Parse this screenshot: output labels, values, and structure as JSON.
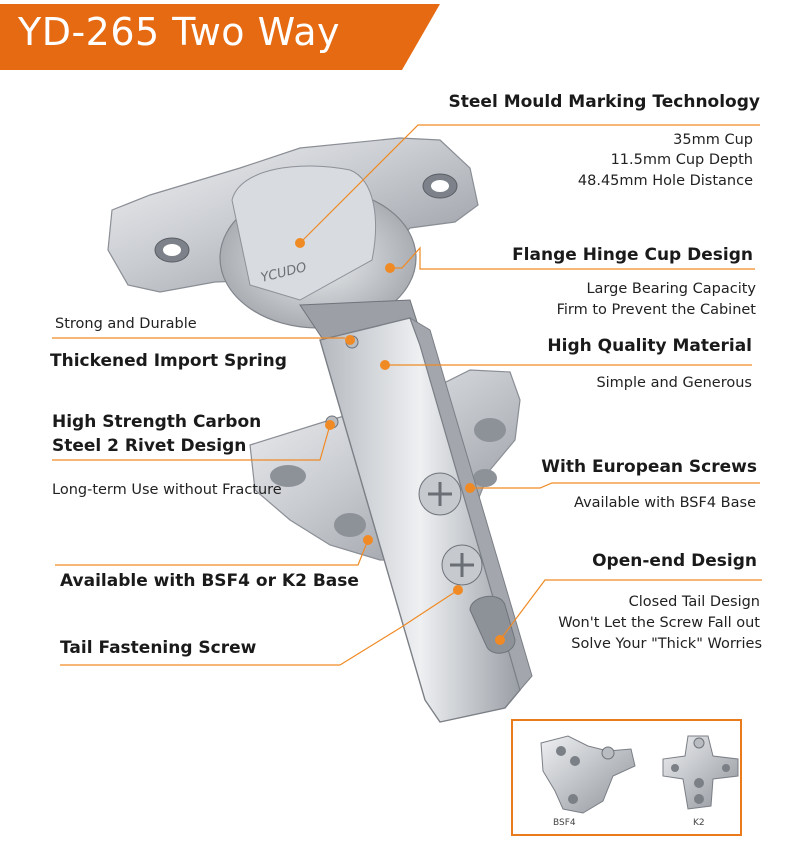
{
  "title": "YD-265 Two Way",
  "colors": {
    "accent": "#e66a12",
    "line": "#f08a24",
    "text": "#1a1a1a"
  },
  "features": {
    "steel_mould": {
      "heading": "Steel Mould Marking Technology",
      "details": [
        "35mm Cup",
        "11.5mm Cup Depth",
        "48.45mm Hole Distance"
      ]
    },
    "flange_cup": {
      "heading": "Flange Hinge Cup Design",
      "details": [
        "Large Bearing Capacity",
        "Firm to Prevent the Cabinet"
      ]
    },
    "quality_material": {
      "heading": "High Quality Material",
      "details": [
        "Simple and Generous"
      ]
    },
    "european_screws": {
      "heading": "With European Screws",
      "details": [
        "Available with BSF4 Base"
      ]
    },
    "open_end": {
      "heading": "Open-end Design",
      "details": [
        "Closed Tail Design",
        "Won't Let the Screw Fall out",
        "Solve Your \"Thick\" Worries"
      ]
    },
    "spring": {
      "pre": "Strong and Durable",
      "heading": "Thickened Import Spring"
    },
    "rivet": {
      "heading_lines": [
        "High Strength Carbon",
        "Steel 2 Rivet Design"
      ],
      "details": [
        "Long-term Use without Fracture"
      ]
    },
    "base": {
      "heading": "Available with BSF4 or K2 Base"
    },
    "tail_screw": {
      "heading": "Tail Fastening Screw"
    }
  },
  "hinge_logo": "YCUDO",
  "inset": {
    "left_caption": "BSF4",
    "right_caption": "K2"
  }
}
